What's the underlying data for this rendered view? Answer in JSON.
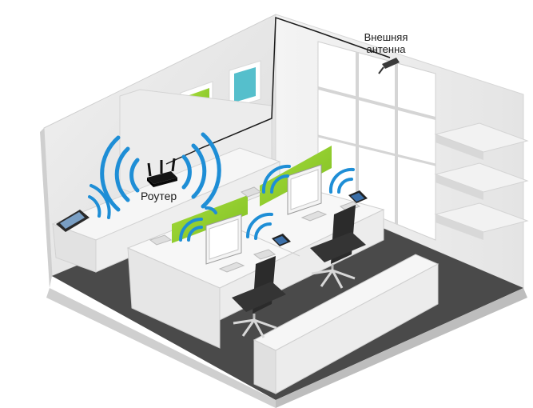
{
  "labels": {
    "router": "Роутер",
    "antenna_line1": "Внешняя",
    "antenna_line2": "антенна"
  },
  "colors": {
    "wifi": "#1e8ed6",
    "panel_green": "#8ccb2e",
    "art_cyan": "#55bfcc",
    "art_green": "#8ccb2e",
    "floor": "#4a4a4a",
    "wall": "#e8e8e8",
    "cable": "#1a1a1a"
  },
  "icons": [
    "router-icon",
    "wifi-signal-icon",
    "tablet-icon",
    "smartphone-icon",
    "monitor-icon",
    "office-chair-icon",
    "antenna-icon",
    "window-icon"
  ]
}
